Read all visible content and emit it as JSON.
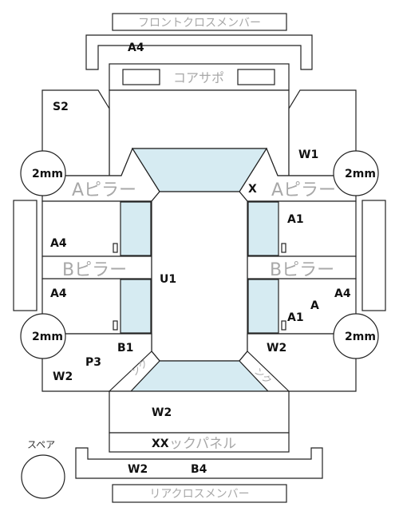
{
  "colors": {
    "outline": "#222222",
    "glass": "#d6ebf2",
    "part_label": "#a8a8a8",
    "code": "#111111"
  },
  "part_labels": {
    "front_cross_member": "フロントクロスメンバー",
    "core_support": "コアサポ",
    "a_pillar_left": "Aピラー",
    "a_pillar_right": "Aピラー",
    "b_pillar_left": "Bピラー",
    "b_pillar_right": "Bピラー",
    "back_panel": "ックパネル",
    "rear_cross_member": "リアクロスメンバー",
    "trunk_left": "ンク",
    "trunk_right": "ンク",
    "spare": "スペア"
  },
  "codes": {
    "front_member": "A4",
    "left_apron": "S2",
    "right_apron": "W1",
    "a_pillar_right": "X",
    "right_upper_door": "A1",
    "left_upper_door": "A4",
    "roof": "U1",
    "left_lower_door": "A4",
    "right_outer": "A4",
    "right_mid": "A",
    "right_lower_door": "A1",
    "left_rear_door_bottom": "B1",
    "left_quarter_a": "P3",
    "left_quarter_b": "W2",
    "right_quarter": "W2",
    "trunk_floor": "W2",
    "back_panel": "XX",
    "rear_member_a": "W2",
    "rear_member_b": "B4"
  },
  "tires": {
    "front_left": "2mm",
    "front_right": "2mm",
    "rear_left": "2mm",
    "rear_right": "2mm"
  }
}
